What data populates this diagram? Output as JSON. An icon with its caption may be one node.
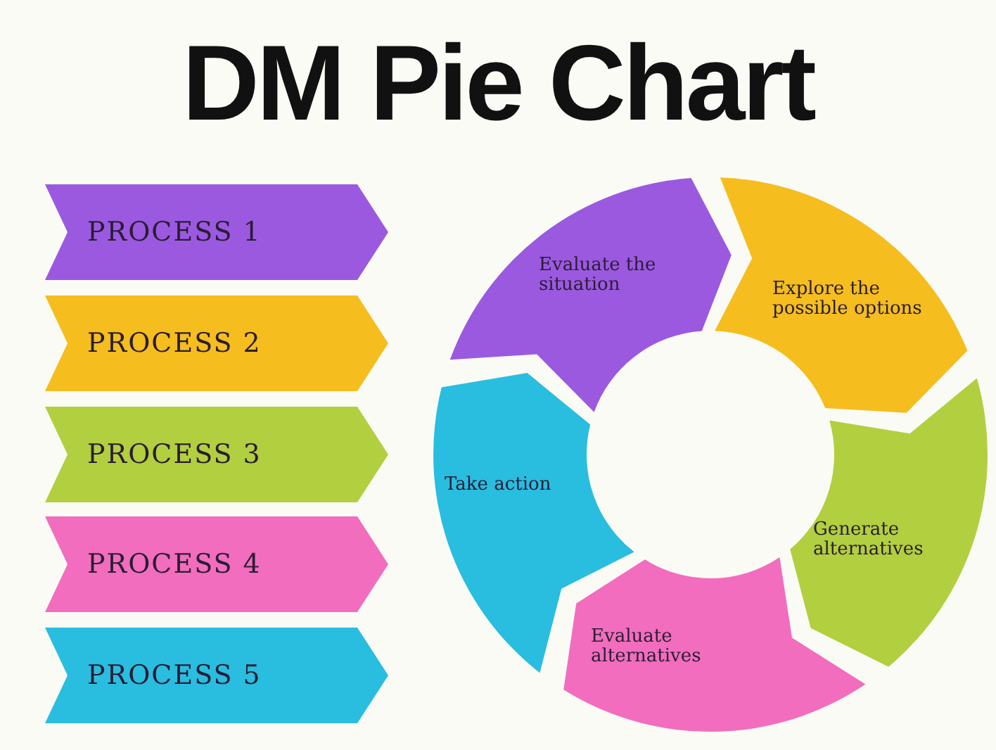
{
  "diagram": {
    "title": "DM Pie Chart",
    "nodes": [
      {
        "text": [
          "PROCESS 1"
        ]
      },
      {
        "text": [
          "PROCESS 2"
        ]
      },
      {
        "text": [
          "PROCESS 3"
        ]
      },
      {
        "text": [
          "PROCESS 4"
        ]
      },
      {
        "text": [
          "PROCESS 5"
        ]
      },
      {
        "text": [
          "Evaluate the situation"
        ]
      },
      {
        "text": [
          "Explore the possible options"
        ]
      },
      {
        "text": [
          "Generate alternatives"
        ]
      },
      {
        "text": [
          "Evaluate alternatives"
        ]
      },
      {
        "text": [
          "Take action"
        ]
      }
    ]
  }
}
